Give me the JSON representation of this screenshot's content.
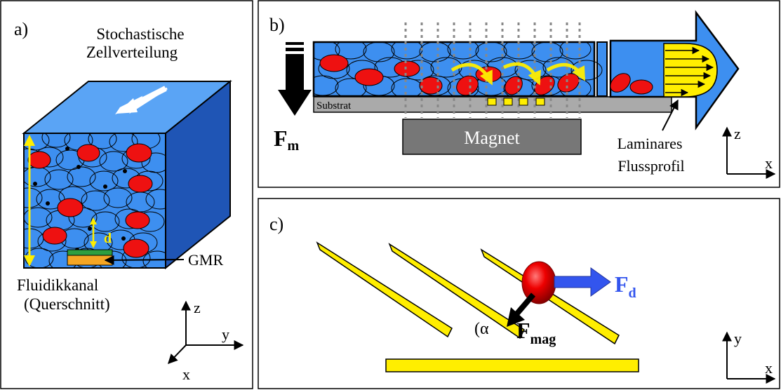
{
  "panel_a": {
    "label": "a)",
    "title_line1": "Stochastische",
    "title_line2": "Zellverteilung",
    "d_label": "d",
    "gmr_label": "GMR",
    "caption_line1": "Fluidikkanal",
    "caption_line2": "(Querschnitt)",
    "axis_z": "z",
    "axis_y": "y",
    "axis_x": "x"
  },
  "panel_b": {
    "label": "b)",
    "substrate_label": "Substrat",
    "magnet_label": "Magnet",
    "force_main": "F",
    "force_sub": "m",
    "profile_line1": "Laminares",
    "profile_line2": "Flussprofil",
    "axis_z": "z",
    "axis_x": "x"
  },
  "panel_c": {
    "label": "c)",
    "fd_main": "F",
    "fd_sub": "d",
    "fmag_main": "F",
    "fmag_sub": "mag",
    "angle_label": "(α",
    "axis_y": "y",
    "axis_x": "x"
  },
  "colors": {
    "channel_blue": "#3d8ff0",
    "channel_dark": "#1d4fb0",
    "cell_red": "#ee1111",
    "sensor_yellow": "#ffee00",
    "magnet_gray": "#777777",
    "substrate_gray": "#aaaaaa",
    "fd_blue": "#3355ee"
  }
}
